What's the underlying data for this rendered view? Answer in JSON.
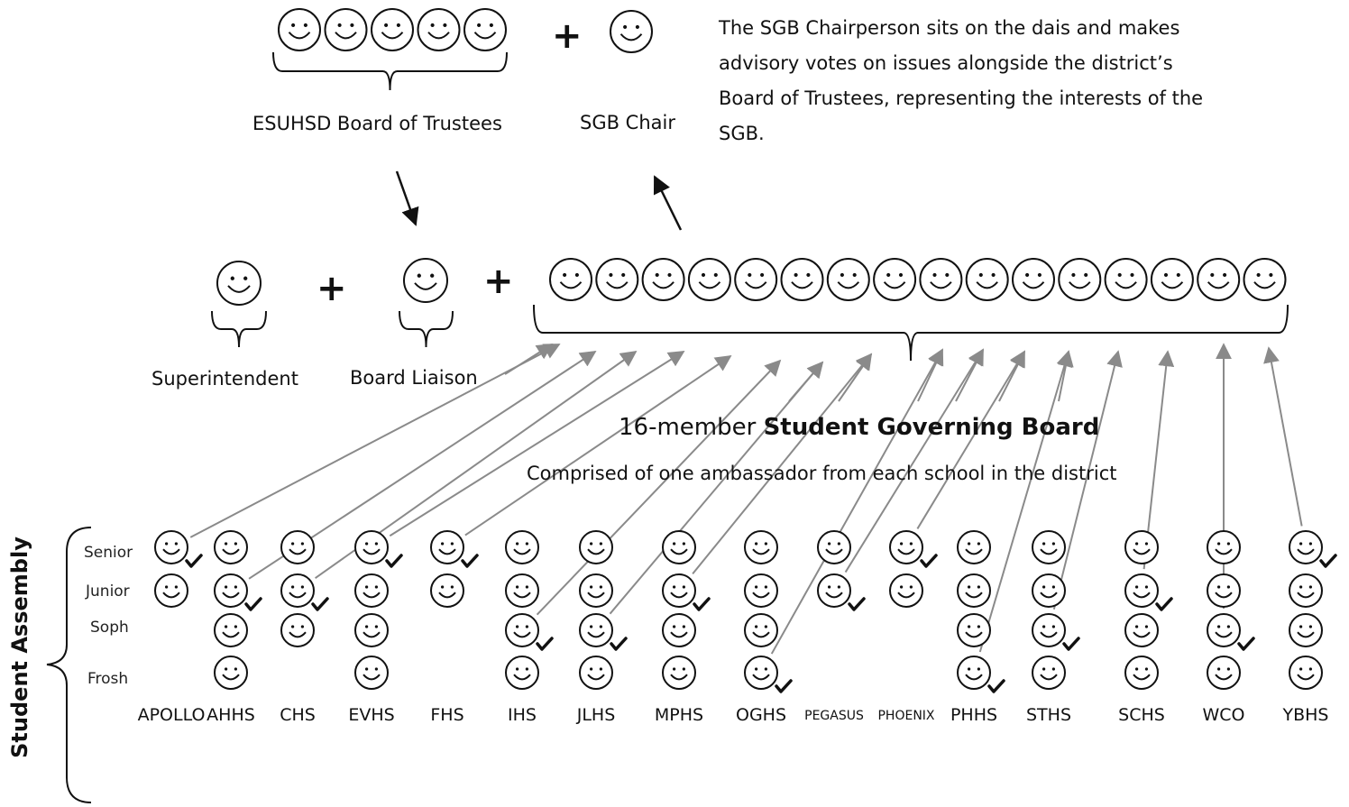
{
  "top": {
    "board_label": "ESUHSD Board of Trustees",
    "chair_label": "SGB Chair",
    "note": "The SGB Chairperson sits on the dais and makes advisory votes on issues alongside the district’s Board of Trustees, representing the  interests of the SGB."
  },
  "middle": {
    "superintendent_label": "Superintendent",
    "liaison_label": "Board Liaison",
    "sgb_title_prefix": "16-member ",
    "sgb_title_bold": "Student Governing Board",
    "sgb_subtitle": "Comprised of one ambassador from each school in the district"
  },
  "plus": "+",
  "assembly": {
    "title": "Student Assembly",
    "rows": [
      "Senior",
      "Junior",
      "Soph",
      "Frosh"
    ],
    "schools": [
      {
        "name": "APOLLO",
        "grades": [
          "Senior",
          "Junior"
        ],
        "ambassador": "Senior"
      },
      {
        "name": "AHHS",
        "grades": [
          "Senior",
          "Junior",
          "Soph",
          "Frosh"
        ],
        "ambassador": "Junior"
      },
      {
        "name": "CHS",
        "grades": [
          "Senior",
          "Junior",
          "Soph"
        ],
        "ambassador": "Junior"
      },
      {
        "name": "EVHS",
        "grades": [
          "Senior",
          "Junior",
          "Soph",
          "Frosh"
        ],
        "ambassador": "Senior"
      },
      {
        "name": "FHS",
        "grades": [
          "Senior",
          "Junior"
        ],
        "ambassador": "Senior"
      },
      {
        "name": "IHS",
        "grades": [
          "Senior",
          "Junior",
          "Soph",
          "Frosh"
        ],
        "ambassador": "Soph"
      },
      {
        "name": "JLHS",
        "grades": [
          "Senior",
          "Junior",
          "Soph",
          "Frosh"
        ],
        "ambassador": "Soph"
      },
      {
        "name": "MPHS",
        "grades": [
          "Senior",
          "Junior",
          "Soph",
          "Frosh"
        ],
        "ambassador": "Junior"
      },
      {
        "name": "OGHS",
        "grades": [
          "Senior",
          "Junior",
          "Soph",
          "Frosh"
        ],
        "ambassador": "Frosh"
      },
      {
        "name": "PEGASUS",
        "grades": [
          "Senior",
          "Junior"
        ],
        "ambassador": "Junior"
      },
      {
        "name": "PHOENIX",
        "grades": [
          "Senior",
          "Junior"
        ],
        "ambassador": "Senior"
      },
      {
        "name": "PHHS",
        "grades": [
          "Senior",
          "Junior",
          "Soph",
          "Frosh"
        ],
        "ambassador": "Frosh"
      },
      {
        "name": "STHS",
        "grades": [
          "Senior",
          "Junior",
          "Soph",
          "Frosh"
        ],
        "ambassador": "Soph"
      },
      {
        "name": "SCHS",
        "grades": [
          "Senior",
          "Junior",
          "Soph",
          "Frosh"
        ],
        "ambassador": "Junior"
      },
      {
        "name": "WCO",
        "grades": [
          "Senior",
          "Junior",
          "Soph",
          "Frosh"
        ],
        "ambassador": "Soph"
      },
      {
        "name": "YBHS",
        "grades": [
          "Senior",
          "Junior",
          "Soph",
          "Frosh"
        ],
        "ambassador": "Senior"
      }
    ]
  },
  "counts": {
    "board_members": 5,
    "sgb_members": 16
  },
  "colors": {
    "ink": "#111111",
    "arrow": "#8a8a8a"
  }
}
